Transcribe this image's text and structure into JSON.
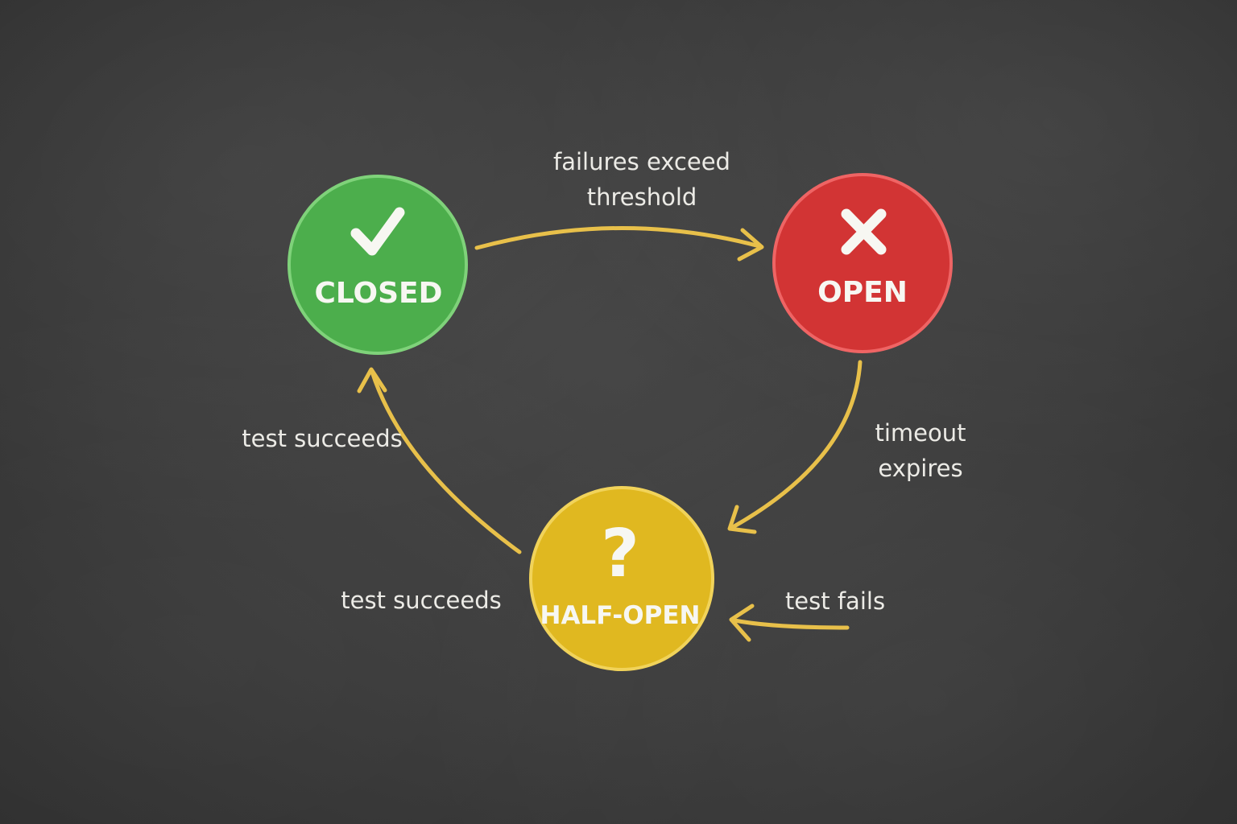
{
  "colors": {
    "board": "#3b3b3b",
    "arrow": "#e8c04a",
    "closed_fill": "#4cae4c",
    "closed_stroke": "#7fd27a",
    "open_fill": "#d23434",
    "open_stroke": "#ef6464",
    "half_open_fill": "#e0b820",
    "half_open_stroke": "#f1d35a",
    "text": "#f2f2ee"
  },
  "nodes": {
    "closed": {
      "label": "CLOSED",
      "icon": "checkmark-icon"
    },
    "open": {
      "label": "OPEN",
      "icon": "cross-icon"
    },
    "half_open": {
      "label": "HALF-OPEN",
      "icon": "question-mark-icon",
      "symbol": "?"
    }
  },
  "edges": {
    "closed_to_open": {
      "line1": "failures exceed",
      "line2": "threshold"
    },
    "open_to_half_open": {
      "line1": "timeout",
      "line2": "expires"
    },
    "half_open_to_closed": {
      "label": "test succeeds"
    },
    "half_open_to_closed_lower": {
      "label": "test succeeds"
    },
    "half_open_to_open": {
      "label": "test fails"
    }
  }
}
